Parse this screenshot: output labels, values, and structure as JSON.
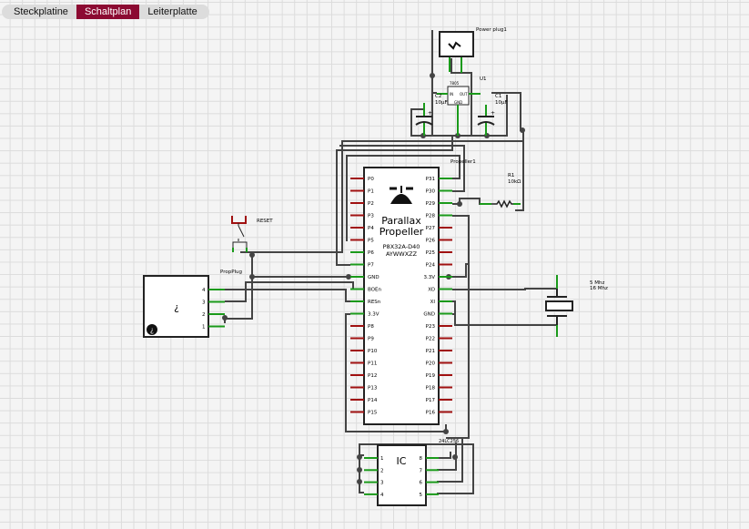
{
  "tabs": [
    {
      "label": "Steckplatine"
    },
    {
      "label": "Schaltplan",
      "active": true
    },
    {
      "label": "Leiterplatte"
    }
  ],
  "parts": {
    "power_plug": "Power plug1",
    "regulator": {
      "name": "U1",
      "type": "7805",
      "in": "IN",
      "out": "OUT",
      "gnd": "GND"
    },
    "c2": {
      "name": "C2",
      "value": "10µF"
    },
    "c1": {
      "name": "C1",
      "value": "10µF"
    },
    "propeller": {
      "ref": "Propeller1",
      "title1": "Parallax",
      "title2": "Propeller",
      "model": "P8X32A-D40",
      "code": "AYWWXZZ",
      "left_pins": [
        "P0",
        "P1",
        "P2",
        "P3",
        "P4",
        "P5",
        "P6",
        "P7",
        "GND",
        "BOEn",
        "RESn",
        "3.3V",
        "P8",
        "P9",
        "P10",
        "P11",
        "P12",
        "P13",
        "P14",
        "P15"
      ],
      "right_pins": [
        "P31",
        "P30",
        "P29",
        "P28",
        "P27",
        "P26",
        "P25",
        "P24",
        "3.3V",
        "XO",
        "XI",
        "GND",
        "P23",
        "P22",
        "P21",
        "P20",
        "P19",
        "P18",
        "P17",
        "P16"
      ]
    },
    "r1": {
      "name": "R1",
      "value": "10kΩ"
    },
    "reset": "RESET",
    "propplug": {
      "name": "PropPlug",
      "symbol": "¿",
      "pins": [
        "4",
        "3",
        "2",
        "1"
      ]
    },
    "crystal": {
      "line1": "5 Mhz",
      "line2": "16 Mhz"
    },
    "eeprom": {
      "name": "24LC256",
      "label": "IC",
      "left_pins": [
        "1",
        "2",
        "3",
        "4"
      ],
      "right_pins": [
        "8",
        "7",
        "6",
        "5"
      ]
    }
  },
  "colors": {
    "tab_active": "#8c0a32",
    "wire": "#404040",
    "pin_connected": "#1a9a1a",
    "pin_unconnected": "#a01010"
  }
}
